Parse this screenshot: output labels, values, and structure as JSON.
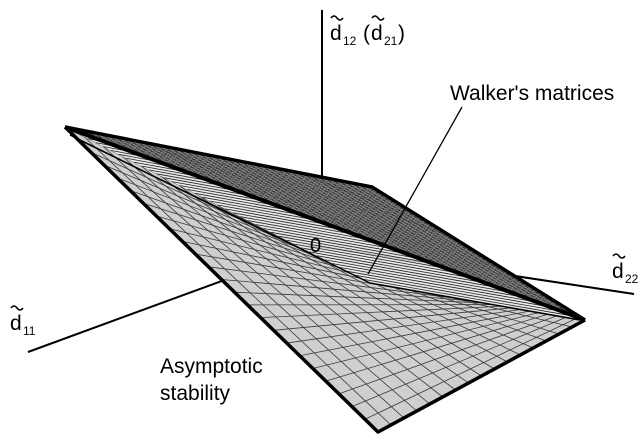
{
  "axes": {
    "d12": {
      "symbol": "d",
      "subscript": "12",
      "alt_symbol": "d",
      "alt_subscript": "21"
    },
    "d22": {
      "symbol": "d",
      "subscript": "22"
    },
    "d11": {
      "symbol": "d",
      "subscript": "11"
    }
  },
  "origin_label": "0",
  "annotations": {
    "walker": "Walker's matrices",
    "stability_line1": "Asymptotic",
    "stability_line2": "stability"
  }
}
